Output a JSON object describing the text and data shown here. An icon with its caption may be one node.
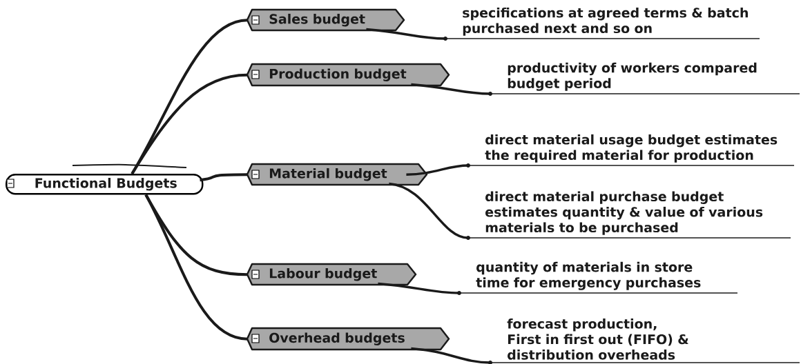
{
  "diagram": {
    "nodes": [
      {
        "text": [
          "Functional Budgets"
        ]
      },
      {
        "text": [
          "Sales budget"
        ]
      },
      {
        "text": [
          "Production budget"
        ]
      },
      {
        "text": [
          "Material budget"
        ]
      },
      {
        "text": [
          "Labour budget"
        ]
      },
      {
        "text": [
          "Overhead budgets"
        ]
      },
      {
        "text": [
          "specifications at agreed terms & batch purchased next and so on"
        ]
      },
      {
        "text": [
          "productivity of workers compared budget period"
        ]
      },
      {
        "text": [
          "direct material usage budget estimates the required material for production"
        ]
      },
      {
        "text": [
          "direct material purchase budget estimates quantity & value of various materials to be purchased"
        ]
      },
      {
        "text": [
          "quantity of materials in store time for emergency purchases"
        ]
      },
      {
        "text": [
          "forecast production, First in first out (FIFO) & distribution overheads"
        ]
      }
    ],
    "edges": [
      {
        "from": 0,
        "to": 1,
        "arrow": "none"
      },
      {
        "from": 0,
        "to": 2,
        "arrow": "none"
      },
      {
        "from": 0,
        "to": 3,
        "arrow": "none"
      },
      {
        "from": 0,
        "to": 4,
        "arrow": "none"
      },
      {
        "from": 0,
        "to": 5,
        "arrow": "none"
      },
      {
        "from": 1,
        "to": 6,
        "arrow": "none"
      },
      {
        "from": 2,
        "to": 7,
        "arrow": "none"
      },
      {
        "from": 3,
        "to": 8,
        "arrow": "none"
      },
      {
        "from": 3,
        "to": 9,
        "arrow": "none"
      },
      {
        "from": 4,
        "to": 10,
        "arrow": "none"
      },
      {
        "from": 5,
        "to": 11,
        "arrow": "none"
      }
    ]
  }
}
